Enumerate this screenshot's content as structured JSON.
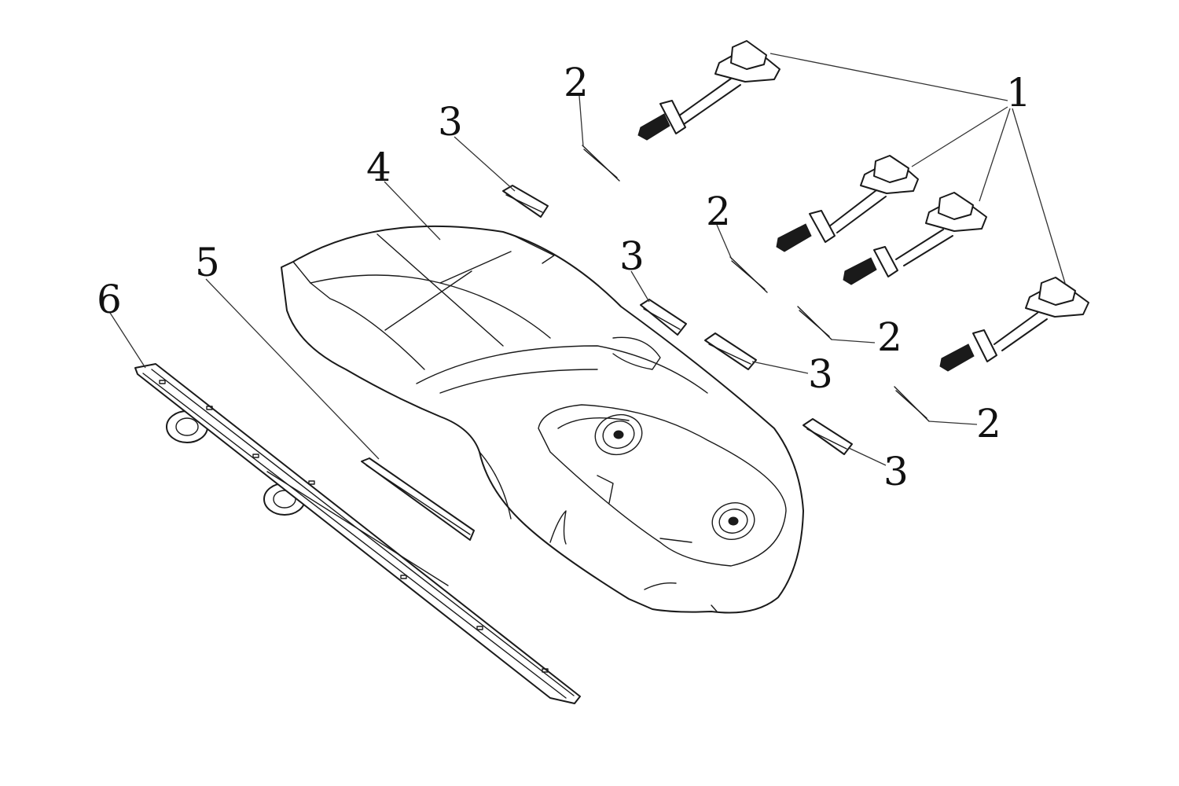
{
  "diagram": {
    "type": "exploded assembly drawing",
    "callouts": [
      {
        "id": "callout-1",
        "label": "1"
      },
      {
        "id": "callout-2a",
        "label": "2"
      },
      {
        "id": "callout-2b",
        "label": "2"
      },
      {
        "id": "callout-2c",
        "label": "2"
      },
      {
        "id": "callout-2d",
        "label": "2"
      },
      {
        "id": "callout-3a",
        "label": "3"
      },
      {
        "id": "callout-3b",
        "label": "3"
      },
      {
        "id": "callout-3c",
        "label": "3"
      },
      {
        "id": "callout-3d",
        "label": "3"
      },
      {
        "id": "callout-4",
        "label": "4"
      },
      {
        "id": "callout-5",
        "label": "5"
      },
      {
        "id": "callout-6",
        "label": "6"
      }
    ],
    "colors": {
      "line": "#1a1a1a",
      "background": "#ffffff"
    }
  }
}
